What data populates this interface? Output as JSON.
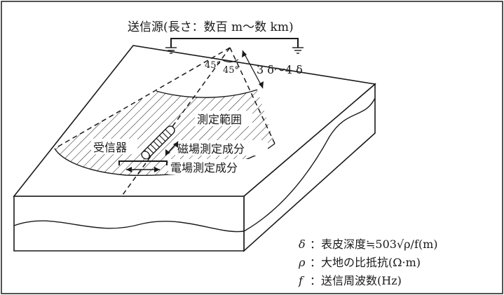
{
  "labels": {
    "source": "送信源(長さ：数百 m～数 km)",
    "angle_left": "45°",
    "angle_right": "45°",
    "distance": "3 δ～4 δ",
    "range": "測定範囲",
    "receiver": "受信器",
    "magnetic": "磁場測定成分",
    "electric": "電場測定成分"
  },
  "legend": [
    {
      "symbol": "δ",
      "text": "：表皮深度≒503√ρ/f(m)"
    },
    {
      "symbol": "ρ",
      "text": "：大地の比抵抗(Ω·m)"
    },
    {
      "symbol": "f",
      "text": "：送信周波数(Hz)"
    }
  ],
  "colors": {
    "ink": "#1a1a1a",
    "paper": "#ffffff"
  }
}
